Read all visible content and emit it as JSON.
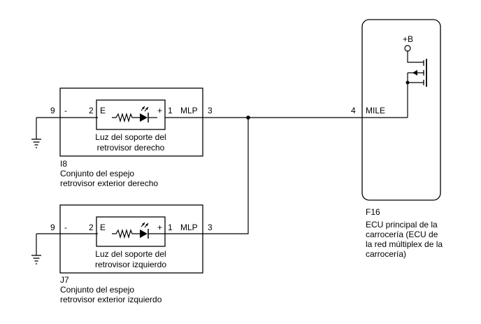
{
  "mirror_right": {
    "pin_gnd": "9",
    "pin_gnd_sign": "-",
    "pin_e": "2",
    "e_label": "E",
    "pin_plus": "+",
    "pin_1": "1",
    "mlp_label": "MLP",
    "pin_3": "3",
    "lamp_label_1": "Luz del soporte del",
    "lamp_label_2": "retrovisor derecho",
    "connector_id": "I8",
    "component_1": "Conjunto del espejo",
    "component_2": "retrovisor exterior derecho"
  },
  "mirror_left": {
    "pin_gnd": "9",
    "pin_gnd_sign": "-",
    "pin_e": "2",
    "e_label": "E",
    "pin_plus": "+",
    "pin_1": "1",
    "mlp_label": "MLP",
    "pin_3": "3",
    "lamp_label_1": "Luz del soporte del",
    "lamp_label_2": "retrovisor izquierdo",
    "connector_id": "J7",
    "component_1": "Conjunto del espejo",
    "component_2": "retrovisor exterior izquierdo"
  },
  "ecu": {
    "pin_4": "4",
    "mile_label": "MILE",
    "supply_label": "+B",
    "connector_id": "F16",
    "name_1": "ECU principal de la",
    "name_2": "carrocería (ECU de",
    "name_3": "la red múltiplex de la",
    "name_4": "carrocería)"
  }
}
